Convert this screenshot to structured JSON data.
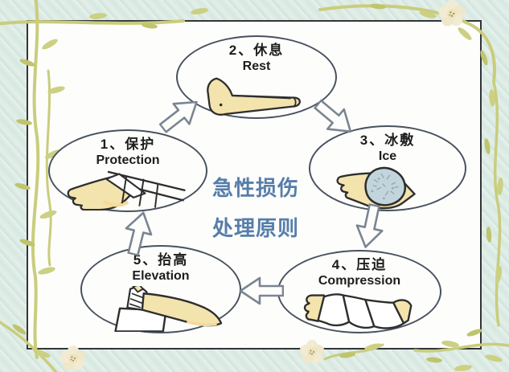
{
  "title": {
    "line1": "急性损伤",
    "line2": "处理原则"
  },
  "steps": [
    {
      "id": 1,
      "label_cn": "1、保护",
      "label_en": "Protection",
      "illustration": "foot-with-splint"
    },
    {
      "id": 2,
      "label_cn": "2、休息",
      "label_en": "Rest",
      "illustration": "resting-leg"
    },
    {
      "id": 3,
      "label_cn": "3、冰敷",
      "label_en": "Ice",
      "illustration": "foot-with-ice-pack"
    },
    {
      "id": 4,
      "label_cn": "4、压迫",
      "label_en": "Compression",
      "illustration": "foot-with-compression-bandage"
    },
    {
      "id": 5,
      "label_cn": "5、抬高",
      "label_en": "Elevation",
      "illustration": "leg-elevated-on-box"
    }
  ],
  "flow": "1→2→3→4→5→1",
  "colors": {
    "center_title_blue": "#567ea9",
    "ellipse_stroke": "#49525e",
    "skin": "#f3e3ad",
    "skin_shadow": "#f6d99b",
    "ice_pack": "#c3d5dc",
    "background_stripe": "#d6e8e1",
    "willow_branch": "#c9cd7c",
    "flower_cream": "#f2ebd2",
    "panel_white": "#fdfdfc"
  }
}
